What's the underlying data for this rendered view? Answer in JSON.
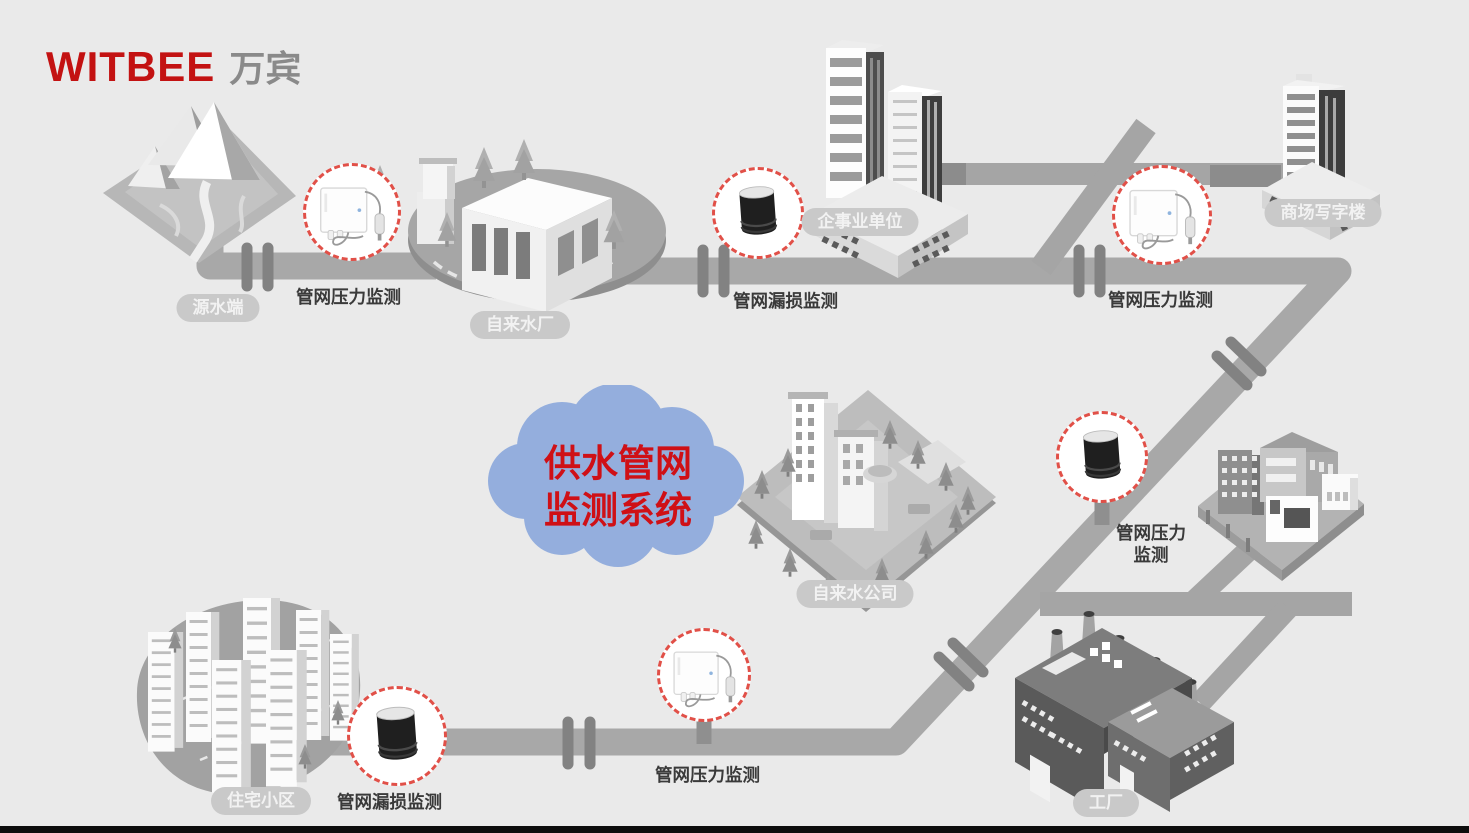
{
  "logo": {
    "brand": "WITBEE",
    "suffix": "万宾"
  },
  "cloud": {
    "line1": "供水管网",
    "line2": "监测系统"
  },
  "locations": {
    "source": "源水端",
    "water_plant": "自来水厂",
    "enterprise": "企事业单位",
    "mall": "商场写字楼",
    "water_company": "自来水公司",
    "residential": "住宅小区",
    "factory": "工厂"
  },
  "sensors": {
    "pressure_source": "管网压力监测",
    "leak_main": "管网漏损监测",
    "pressure_mall": "管网压力监测",
    "pressure_mid_line1": "管网压力",
    "pressure_mid_line2": "监测",
    "leak_residential": "管网漏损监测",
    "pressure_bottom": "管网压力监测"
  },
  "colors": {
    "accent_red": "#c31212",
    "cloud_blue": "#94aedd",
    "cloud_text_red": "#cf1016",
    "dashed_circle_red": "#e15048",
    "pipe_gray": "#a8a8a8",
    "background": "#eaeaea"
  }
}
